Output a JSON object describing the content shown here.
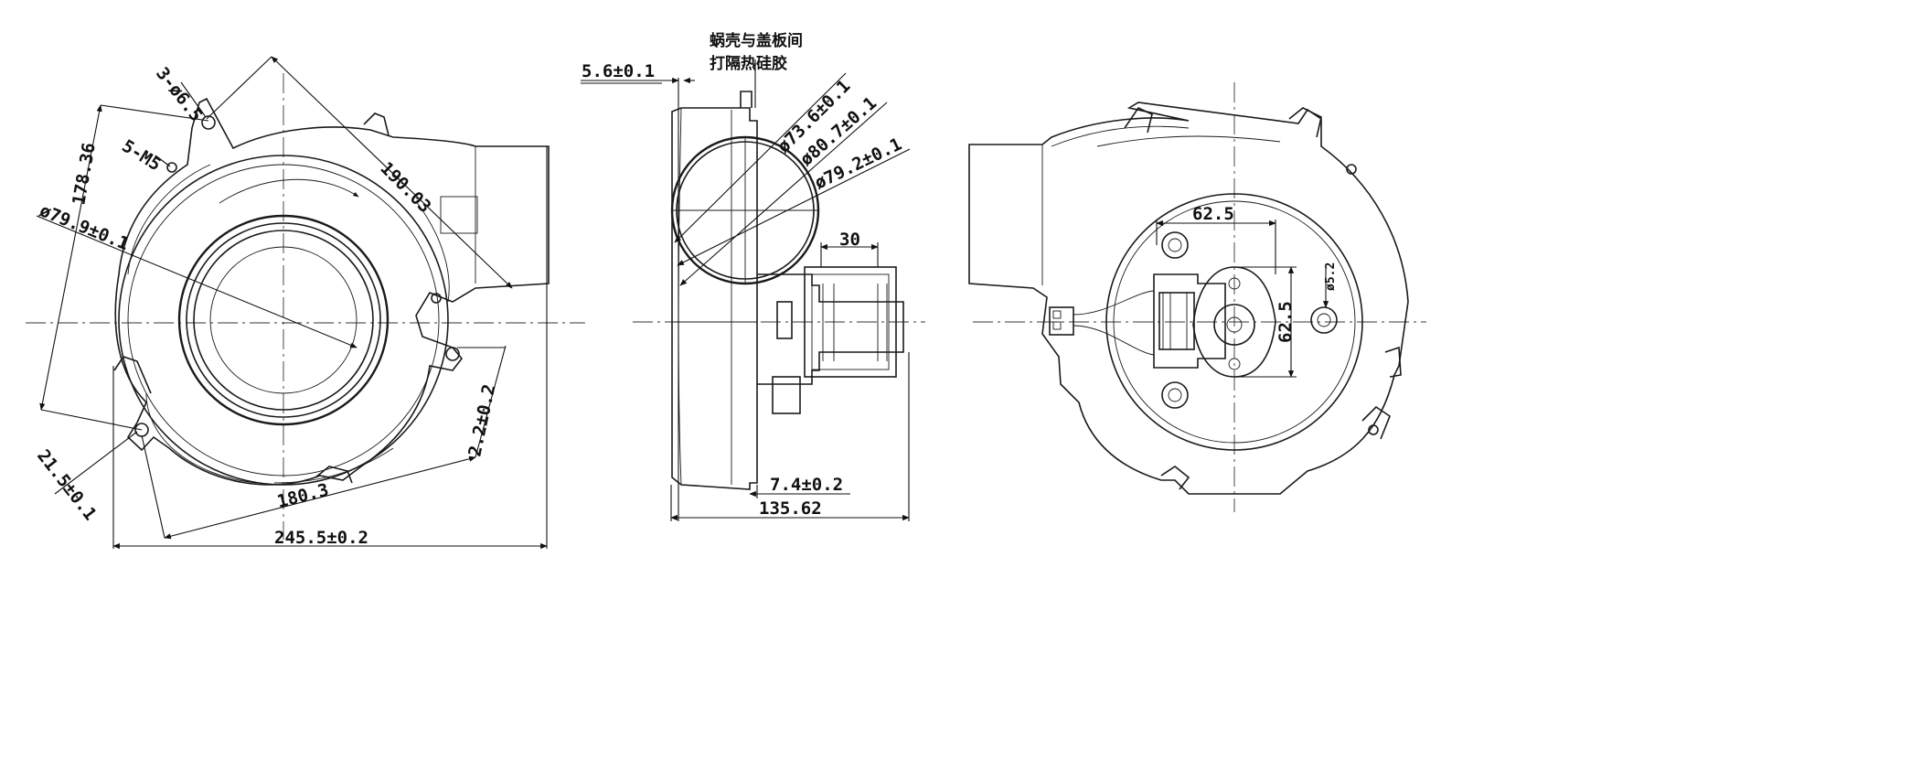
{
  "note": {
    "line1": "蜗壳与盖板间",
    "line2": "打隔热硅胶"
  },
  "dimensions": {
    "holes": "3-ø6.5",
    "thread": "5-M5",
    "d178": "178.36",
    "d190": "190.03",
    "d79_9": "ø79.9±0.1",
    "d2_2": "2.2±0.2",
    "d21_5": "21.5±0.1",
    "d180": "180.3",
    "d245": "245.5±0.2",
    "d5_6": "5.6±0.1",
    "d73_6": "ø73.6±0.1",
    "d80_7": "ø80.7±0.1",
    "d79_2": "ø79.2±0.1",
    "d30": "30",
    "d7_4": "7.4±0.2",
    "d135": "135.62",
    "d62_5_h": "62.5",
    "d62_5_v": "62.5",
    "d5_2": "ø5.2"
  }
}
